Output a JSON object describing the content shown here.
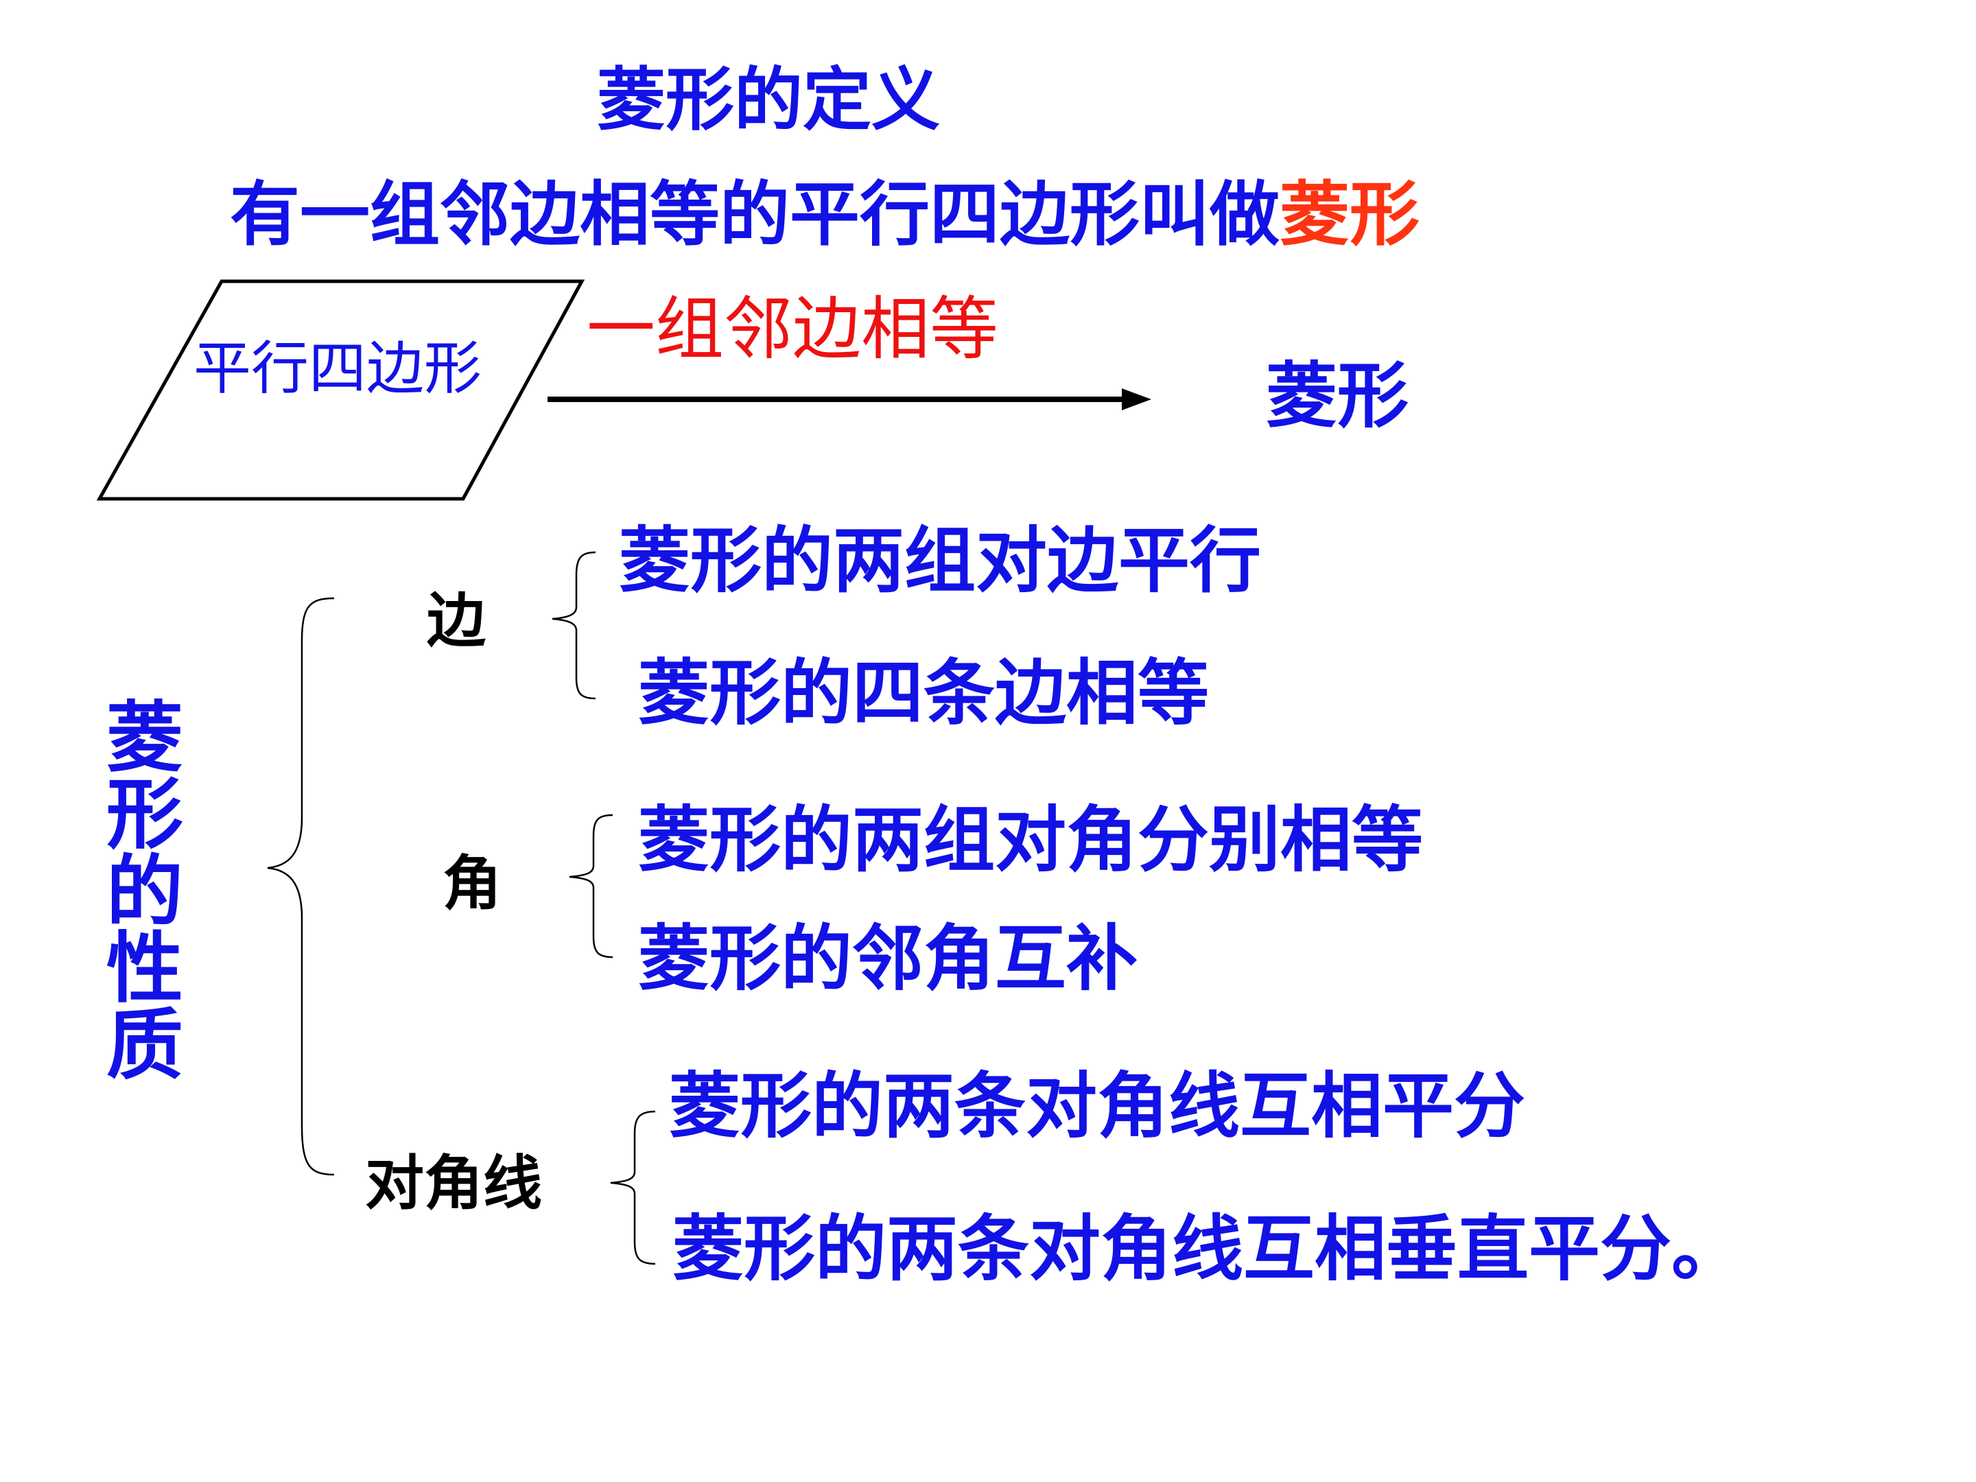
{
  "title": "菱形的定义",
  "definition": {
    "prefix": "有一组邻边相等的平行四边形叫做",
    "highlight": "菱形"
  },
  "flow": {
    "parallelogram_label": "平行四边形",
    "condition": "一组邻边相等",
    "result": "菱形"
  },
  "properties": {
    "title": "菱形的性质",
    "categories": [
      {
        "name": "边",
        "items": [
          "菱形的两组对边平行",
          "菱形的四条边相等"
        ]
      },
      {
        "name": "角",
        "items": [
          "菱形的两组对角分别相等",
          "菱形的邻角互补"
        ]
      },
      {
        "name": "对角线",
        "items": [
          "菱形的两条对角线互相平分",
          "菱形的两条对角线互相垂直平分。"
        ]
      }
    ]
  },
  "colors": {
    "primary_text": "#1212e6",
    "label_text": "#000000",
    "condition_text": "#ee1111",
    "highlight_text": "#ff3311"
  }
}
